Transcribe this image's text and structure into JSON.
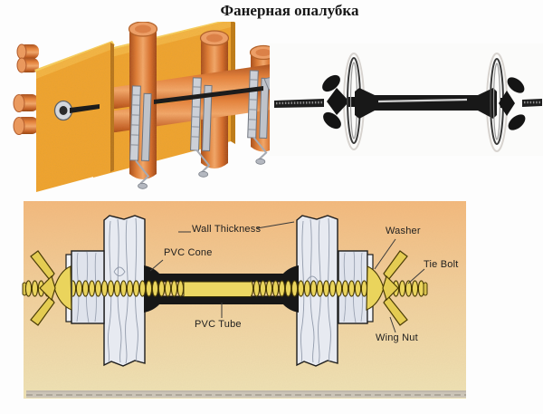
{
  "title": "Фанерная опалубка",
  "diagram": {
    "labels": {
      "wall_thickness": "Wall Thickness",
      "pvc_cone": "PVC Cone",
      "pvc_tube": "PVC Tube",
      "washer": "Washer",
      "tie_bolt": "Tie Bolt",
      "wing_nut": "Wing Nut"
    },
    "colors": {
      "background_top": "#f4ba7e",
      "background_bottom": "#efe3b6",
      "hardware_yellow": "#ead45c",
      "wood_fill": "#e7eaf1",
      "wood_grain": "#8e97a8",
      "outline_black": "#171717",
      "footer_strip": "#cbc4b7"
    }
  },
  "illustration": {
    "colors": {
      "panel_face": "#f2a52f",
      "panel_bevel": "#fbd261",
      "panel_edge": "#c07a18",
      "log_mid": "#e8813c",
      "log_highlight": "#f6a96d",
      "log_shadow": "#a8481c",
      "clamp_gray": "#ccd0d7",
      "rod_black": "#1c1c1c"
    }
  },
  "photo": {
    "colors": {
      "steel_black": "#181818",
      "smudge_gray": "#b9b3ab"
    }
  }
}
